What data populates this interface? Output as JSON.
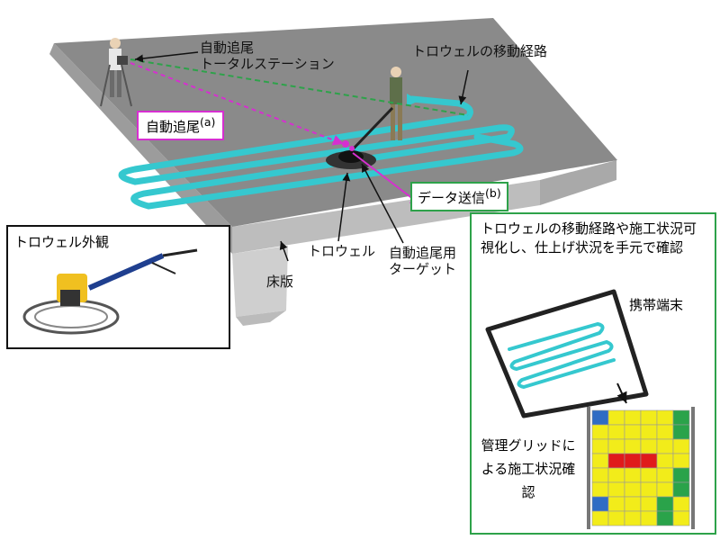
{
  "labels": {
    "tracking_station": "自動追尾\nトータルステーション",
    "trowel_route": "トロウェルの移動経路",
    "auto_tracking": "自動追尾",
    "auto_tracking_sup": "(a)",
    "data_transmission": "データ送信",
    "data_transmission_sup": "(b)",
    "trowel": "トロウェル",
    "floor_slab": "床版",
    "tracking_target": "自動追尾用\nターゲット",
    "trowel_appearance": "トロウェル外観",
    "monitor_text": "トロウェルの移動経路や施工状況可視化し、仕上げ状況を手元で確認",
    "mobile_device": "携帯端末",
    "grid_caption": "管理グリッドによる施工状況確認"
  },
  "colors": {
    "route": "#35c8cf",
    "magenta_line": "#d62fd0",
    "green_line": "#2ea24a",
    "slab_top": "#8a8a8a",
    "grid_yellow": "#f2ec1a",
    "grid_green": "#2aa34a",
    "grid_red": "#e01b1b",
    "grid_blue": "#2f6cc4"
  },
  "grid": {
    "rows": 8,
    "cols": 6,
    "cells": [
      {
        "row": 0,
        "col": 0,
        "color": "blue"
      },
      {
        "row": 0,
        "col": 5,
        "color": "green"
      },
      {
        "row": 1,
        "col": 5,
        "color": "green"
      },
      {
        "row": 3,
        "col": 1,
        "color": "red"
      },
      {
        "row": 3,
        "col": 2,
        "color": "red"
      },
      {
        "row": 3,
        "col": 3,
        "color": "red"
      },
      {
        "row": 4,
        "col": 5,
        "color": "green"
      },
      {
        "row": 5,
        "col": 5,
        "color": "green"
      },
      {
        "row": 6,
        "col": 0,
        "color": "blue"
      },
      {
        "row": 6,
        "col": 4,
        "color": "green"
      },
      {
        "row": 7,
        "col": 4,
        "color": "green"
      }
    ]
  },
  "icons": [
    "surveyor-figure",
    "operator-figure",
    "power-trowel",
    "tablet-device",
    "arrow-down-icon"
  ]
}
